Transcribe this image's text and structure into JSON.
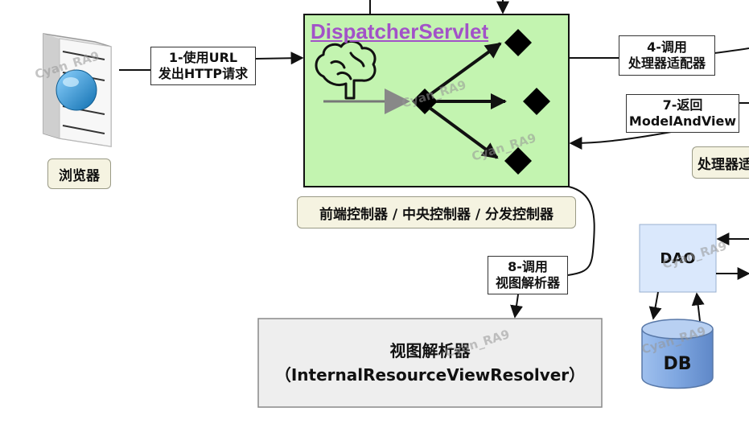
{
  "dispatcher": {
    "title": "DispatcherServlet",
    "caption": "前端控制器 / 中央控制器 / 分发控制器"
  },
  "browser": {
    "label": "浏览器"
  },
  "edges": {
    "request": {
      "line1": "1-使用URL",
      "line2": "发出HTTP请求"
    },
    "call_adapter": {
      "line1": "4-调用",
      "line2": "处理器适配器"
    },
    "return_mav": {
      "line1": "7-返回",
      "line2": "ModelAndView"
    },
    "call_resolver": {
      "line1": "8-调用",
      "line2": "视图解析器"
    }
  },
  "adapter": {
    "label": "处理器适"
  },
  "resolver": {
    "line1": "视图解析器",
    "line2": "（InternalResourceViewResolver）"
  },
  "dao": {
    "label": "DAO"
  },
  "db": {
    "label": "DB"
  },
  "watermark": "Cyan_RA9",
  "colors": {
    "servlet_fill": "#c3f4b0",
    "servlet_title": "#a252c8",
    "dao_fill": "#dae8fc",
    "db_fill": "#7ea6e0",
    "resolver_fill": "#eeeeee",
    "caption_fill": "#f5f3e1"
  }
}
